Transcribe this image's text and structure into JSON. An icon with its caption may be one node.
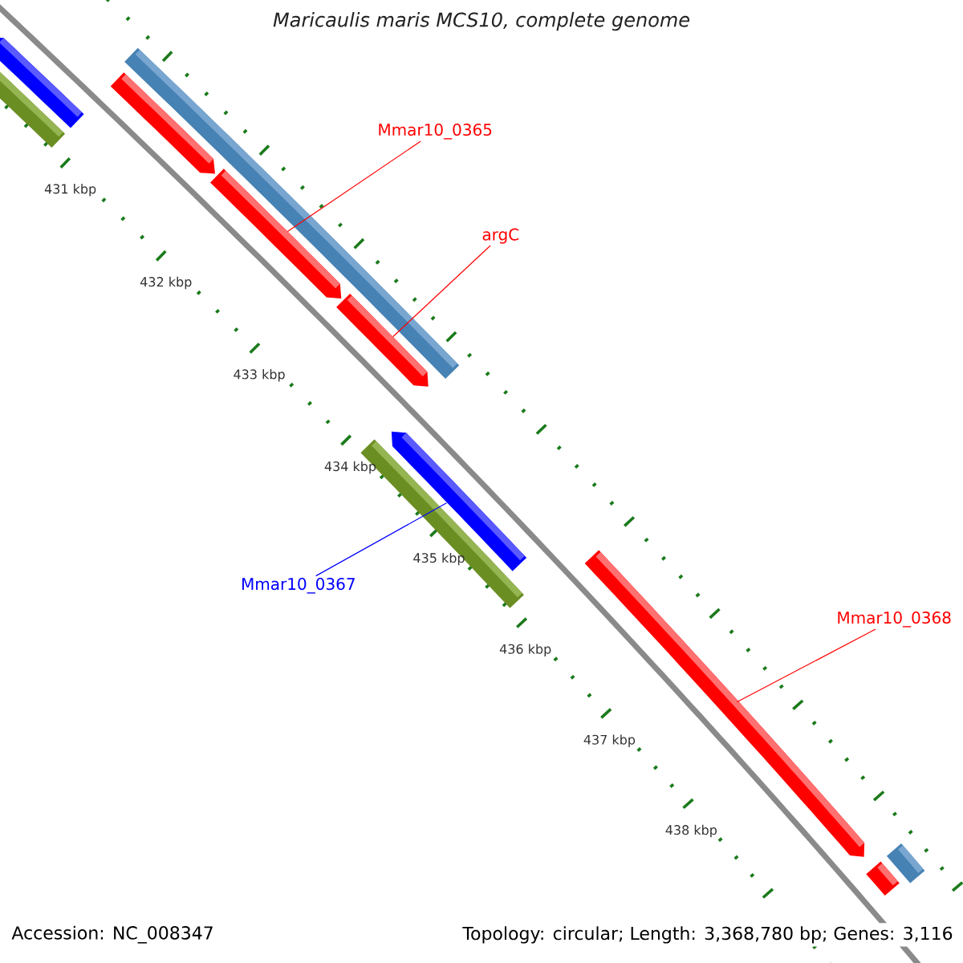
{
  "diagram": {
    "title": "*Maricaulis maris* MCS10, complete genome",
    "nodes": [
      {
        "text": [],
        "shape": "arrow"
      },
      {
        "text": [],
        "shape": "bar"
      },
      {
        "text": [],
        "shape": "bar"
      },
      {
        "text": [],
        "shape": "arrow"
      },
      {
        "text": [
          "Mmar10_0365"
        ]
      },
      {
        "text": [],
        "shape": "arrow"
      },
      {
        "text": [
          "argC"
        ]
      },
      {
        "text": [],
        "shape": "arrow"
      },
      {
        "text": [],
        "shape": "arrow"
      },
      {
        "text": [],
        "shape": "bar"
      },
      {
        "text": [
          "Mmar10_0367"
        ]
      },
      {
        "text": [],
        "shape": "arrow"
      },
      {
        "text": [
          "Mmar10_0368"
        ]
      },
      {
        "text": [],
        "shape": "bar"
      },
      {
        "text": [],
        "shape": "bar"
      }
    ],
    "edges": [
      {
        "from": 4,
        "to": 5,
        "arrow": "none"
      },
      {
        "from": 6,
        "to": 7,
        "arrow": "none"
      },
      {
        "from": 10,
        "to": 8,
        "arrow": "none",
        "color": "#0000ff"
      },
      {
        "from": 12,
        "to": 11,
        "arrow": "none"
      }
    ],
    "labels": [
      "431 kbp",
      "432 kbp",
      "433 kbp",
      "434 kbp",
      "435 kbp",
      "436 kbp",
      "437 kbp",
      "438 kbp",
      "Accession: NC_008347",
      "Topology: circular; Length: 3,368,780 bp; Genes: 3,116"
    ]
  }
}
